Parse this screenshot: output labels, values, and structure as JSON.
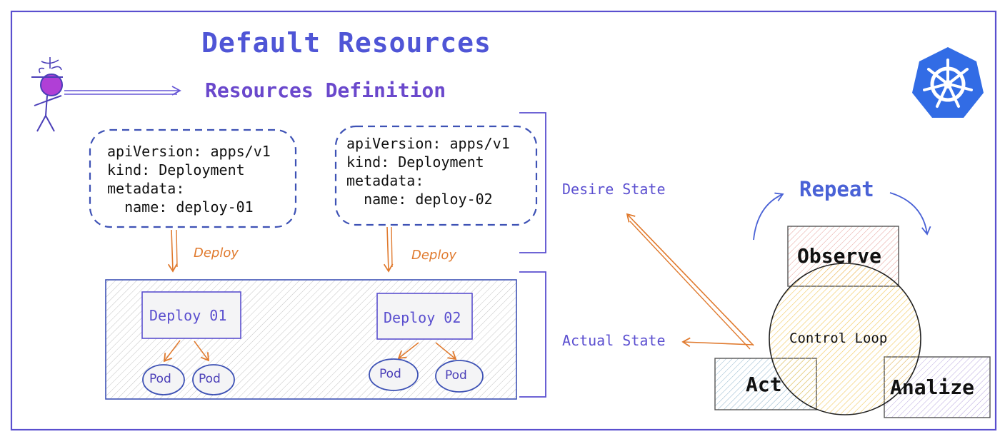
{
  "title": "Default Resources",
  "subtitle": "Resources Definition",
  "manifests": [
    {
      "lines": [
        "apiVersion: apps/v1",
        "kind: Deployment",
        "metadata:",
        "  name: deploy-01"
      ]
    },
    {
      "lines": [
        "apiVersion: apps/v1",
        "kind: Deployment",
        "metadata:",
        "  name: deploy-02"
      ]
    }
  ],
  "deploy_action": [
    "Deploy",
    "Deploy"
  ],
  "deployments": [
    {
      "label": "Deploy 01",
      "pods": [
        "Pod",
        "Pod"
      ]
    },
    {
      "label": "Deploy 02",
      "pods": [
        "Pod",
        "Pod"
      ]
    }
  ],
  "states": {
    "desired": "Desire State",
    "actual": "Actual State"
  },
  "control_loop": {
    "repeat": "Repeat",
    "observe": "Observe",
    "center": "Control Loop",
    "act": "Act",
    "analyze": "Analize"
  },
  "icons": [
    "stick-figure-icon",
    "kubernetes-logo-icon"
  ],
  "colors": {
    "frame": "#5a4fcf",
    "accent_orange": "#e07a2e",
    "kubernetes_blue": "#326ce5",
    "observe_fill": "#f4c7c3",
    "act_fill": "#c6d9e6",
    "analyze_fill": "#dcd3ee",
    "loop_fill": "#ffe08a"
  }
}
